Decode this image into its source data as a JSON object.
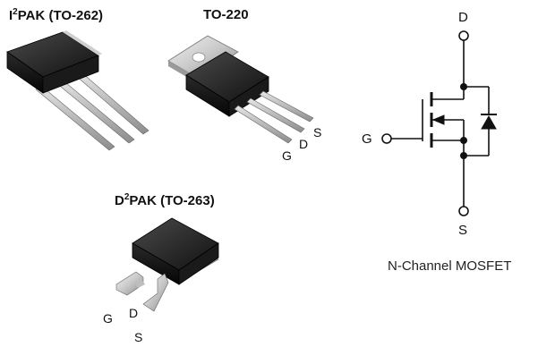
{
  "packages": {
    "i2pak": {
      "title_main": "I",
      "title_sup": "2",
      "title_rest": "PAK (TO-262)"
    },
    "to220": {
      "title": "TO-220",
      "pins": {
        "g": "G",
        "d": "D",
        "s": "S"
      }
    },
    "d2pak": {
      "title_main": "D",
      "title_sup": "2",
      "title_rest": "PAK (TO-263)",
      "pins": {
        "g": "G",
        "d": "D",
        "s": "S"
      }
    }
  },
  "schematic": {
    "drain": "D",
    "gate": "G",
    "source": "S",
    "caption": "N-Channel MOSFET"
  }
}
